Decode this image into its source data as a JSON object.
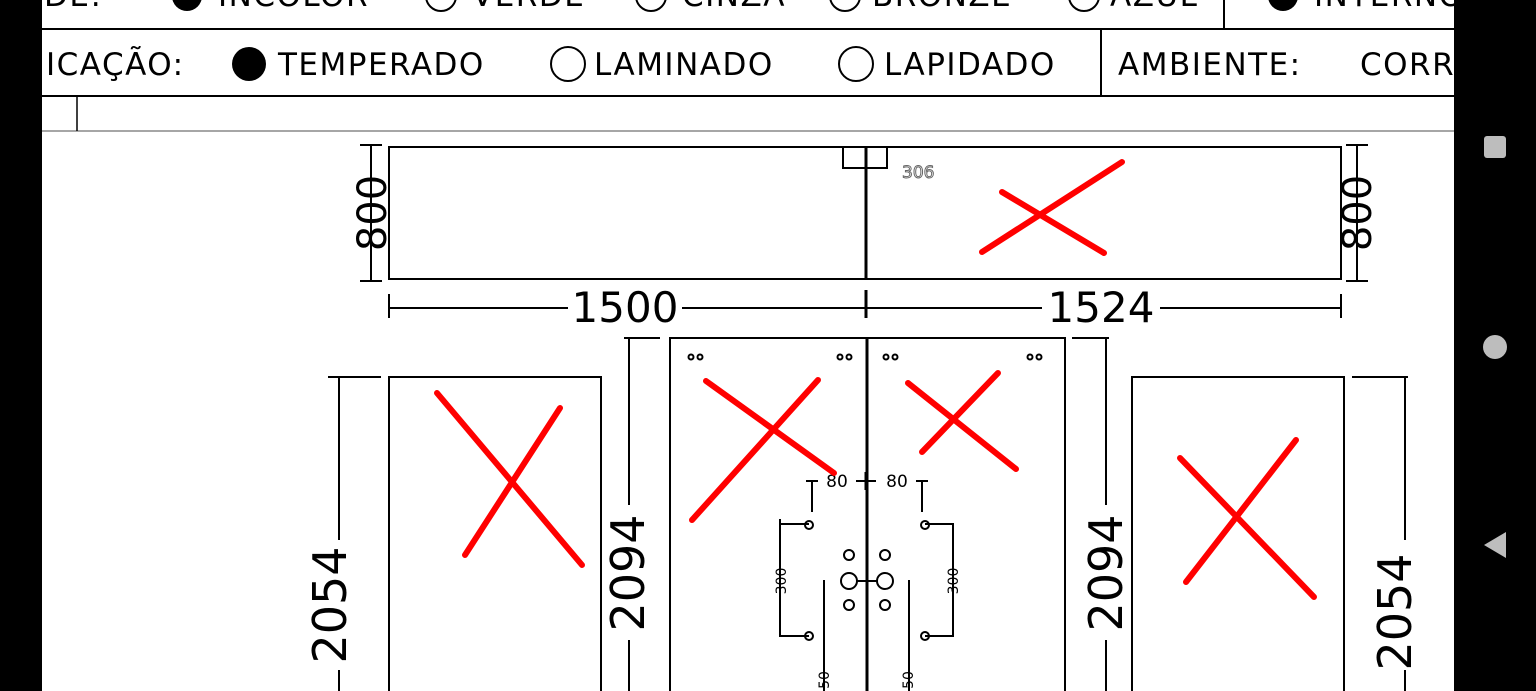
{
  "header": {
    "row1": {
      "label_tail": "DE:",
      "options": [
        {
          "label": "INCOLOR",
          "selected": true
        },
        {
          "label": "VERDE",
          "selected": false
        },
        {
          "label": "CINZA",
          "selected": false
        },
        {
          "label": "BRONZE",
          "selected": false
        },
        {
          "label": "AZUL",
          "selected": false
        }
      ],
      "right_option": {
        "label": "INTERNO",
        "selected": true
      }
    },
    "row2": {
      "label": "ICAÇÃO:",
      "options": [
        {
          "label": "TEMPERADO",
          "selected": true
        },
        {
          "label": "LAMINADO",
          "selected": false
        },
        {
          "label": "LAPIDADO",
          "selected": false
        }
      ],
      "ambiente_label": "AMBIENTE:",
      "ambiente_value": "CORR"
    }
  },
  "drawing": {
    "top_panel": {
      "height": "800",
      "height_right": "800",
      "width_left": "1500",
      "width_right": "1524",
      "note": "306"
    },
    "side_left": {
      "height": "2054"
    },
    "door_left": {
      "height": "2094",
      "offset": "80",
      "spacing": "300",
      "bottom": "50"
    },
    "door_right": {
      "height": "2094",
      "offset": "80",
      "spacing": "300",
      "bottom": "50"
    },
    "side_right": {
      "height": "2054"
    }
  },
  "colors": {
    "mark": "#ff0000",
    "line": "#000000",
    "background": "#ffffff"
  },
  "navigation": {
    "buttons": [
      "recents-icon",
      "home-icon",
      "back-icon"
    ]
  }
}
